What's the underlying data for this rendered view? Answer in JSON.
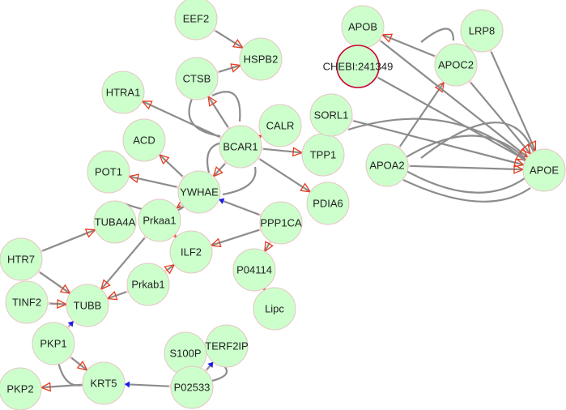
{
  "nodes": [
    {
      "id": "EEF2",
      "label": "EEF2"
    },
    {
      "id": "HSPB2",
      "label": "HSPB2"
    },
    {
      "id": "CTSB",
      "label": "CTSB"
    },
    {
      "id": "HTRA1",
      "label": "HTRA1"
    },
    {
      "id": "CALR",
      "label": "CALR"
    },
    {
      "id": "BCAR1",
      "label": "BCAR1"
    },
    {
      "id": "ACD",
      "label": "ACD"
    },
    {
      "id": "TPP1",
      "label": "TPP1"
    },
    {
      "id": "POT1",
      "label": "POT1"
    },
    {
      "id": "YWHAE",
      "label": "YWHAE"
    },
    {
      "id": "PDIA6",
      "label": "PDIA6"
    },
    {
      "id": "TUBA4A",
      "label": "TUBA4A"
    },
    {
      "id": "Prkaa1",
      "label": "Prkaa1"
    },
    {
      "id": "PPP1CA",
      "label": "PPP1CA"
    },
    {
      "id": "HTR7",
      "label": "HTR7"
    },
    {
      "id": "ILF2",
      "label": "ILF2"
    },
    {
      "id": "P04114",
      "label": "P04114"
    },
    {
      "id": "Prkab1",
      "label": "Prkab1"
    },
    {
      "id": "TINF2",
      "label": "TINF2"
    },
    {
      "id": "TUBB",
      "label": "TUBB"
    },
    {
      "id": "Lipc",
      "label": "Lipc"
    },
    {
      "id": "PKP1",
      "label": "PKP1"
    },
    {
      "id": "S100P",
      "label": "S100P"
    },
    {
      "id": "TERF2IP",
      "label": "TERF2IP"
    },
    {
      "id": "PKP2",
      "label": "PKP2"
    },
    {
      "id": "KRT5",
      "label": "KRT5"
    },
    {
      "id": "P02533",
      "label": "P02533"
    },
    {
      "id": "APOB",
      "label": "APOB"
    },
    {
      "id": "LRP8",
      "label": "LRP8"
    },
    {
      "id": "CHEBI",
      "label": "CHEBI:241349"
    },
    {
      "id": "APOC2",
      "label": "APOC2"
    },
    {
      "id": "SORL1",
      "label": "SORL1"
    },
    {
      "id": "APOA2",
      "label": "APOA2"
    },
    {
      "id": "APOE",
      "label": "APOE"
    }
  ],
  "edges": [
    {
      "from": "EEF2",
      "to": "HSPB2",
      "end": "arrow"
    },
    {
      "from": "CTSB",
      "to": "HSPB2",
      "end": "arrow"
    },
    {
      "from": "BCAR1",
      "to": "CTSB",
      "end": "arrow"
    },
    {
      "from": "BCAR1",
      "to": "HTRA1",
      "end": "arrow"
    },
    {
      "from": "BCAR1",
      "to": "CALR",
      "end": "arrow"
    },
    {
      "from": "BCAR1",
      "to": "TPP1",
      "end": "arrow"
    },
    {
      "from": "BCAR1",
      "to": "PDIA6",
      "end": "arrow"
    },
    {
      "from": "BCAR1",
      "to": "YWHAE",
      "end": "arrow"
    },
    {
      "from": "YWHAE",
      "to": "ACD",
      "end": "arrow"
    },
    {
      "from": "YWHAE",
      "to": "POT1",
      "end": "arrow"
    },
    {
      "from": "PPP1CA",
      "to": "YWHAE",
      "end": "tee"
    },
    {
      "from": "YWHAE",
      "to": "Prkaa1",
      "end": "arrow"
    },
    {
      "from": "Prkaa1",
      "to": "ILF2",
      "end": "arrow"
    },
    {
      "from": "PPP1CA",
      "to": "ILF2",
      "end": "arrow"
    },
    {
      "from": "PPP1CA",
      "to": "P04114",
      "end": "arrow"
    },
    {
      "from": "P04114",
      "to": "Lipc",
      "end": "arrow"
    },
    {
      "from": "Prkab1",
      "to": "ILF2",
      "end": "arrow"
    },
    {
      "from": "Prkab1",
      "to": "TUBB",
      "end": "arrow"
    },
    {
      "from": "Prkaa1",
      "to": "TUBB",
      "end": "arrow"
    },
    {
      "from": "HTR7",
      "to": "TUBA4A",
      "end": "arrow"
    },
    {
      "from": "HTR7",
      "to": "TUBB",
      "end": "arrow"
    },
    {
      "from": "TINF2",
      "to": "TUBB",
      "end": "arrow"
    },
    {
      "from": "PKP1",
      "to": "TUBB",
      "end": "tee"
    },
    {
      "from": "PKP1",
      "to": "KRT5",
      "end": "arrow"
    },
    {
      "from": "KRT5",
      "to": "PKP2",
      "end": "arrow"
    },
    {
      "from": "P02533",
      "to": "KRT5",
      "end": "tee"
    },
    {
      "from": "P02533",
      "to": "TERF2IP",
      "end": "tee"
    },
    {
      "from": "APOC2",
      "to": "APOB",
      "end": "arrow"
    },
    {
      "from": "APOA2",
      "to": "APOC2",
      "end": "arrow"
    },
    {
      "from": "APOB",
      "to": "APOE",
      "end": "arrow"
    },
    {
      "from": "LRP8",
      "to": "APOE",
      "end": "arrow"
    },
    {
      "from": "CHEBI",
      "to": "APOE",
      "end": "arrow"
    },
    {
      "from": "APOC2",
      "to": "APOE",
      "end": "arrow"
    },
    {
      "from": "SORL1",
      "to": "APOE",
      "end": "arrow"
    },
    {
      "from": "APOA2",
      "to": "APOE",
      "end": "arrow"
    }
  ]
}
